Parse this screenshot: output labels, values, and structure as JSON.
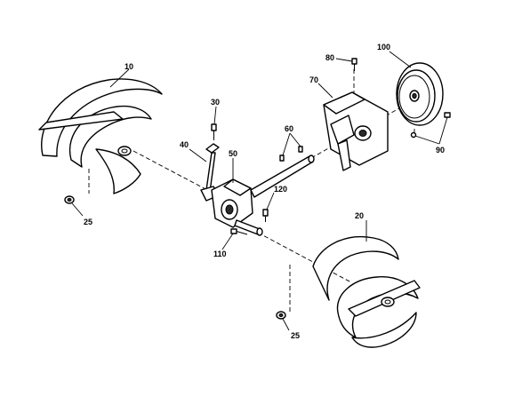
{
  "callouts": {
    "c10": "10",
    "c20": "20",
    "c25a": "25",
    "c25b": "25",
    "c30": "30",
    "c40": "40",
    "c50": "50",
    "c60": "60",
    "c70": "70",
    "c80": "80",
    "c90": "90",
    "c100": "100",
    "c110": "110",
    "c120": "120"
  },
  "colors": {
    "ink": "#000000",
    "paper": "#ffffff"
  }
}
